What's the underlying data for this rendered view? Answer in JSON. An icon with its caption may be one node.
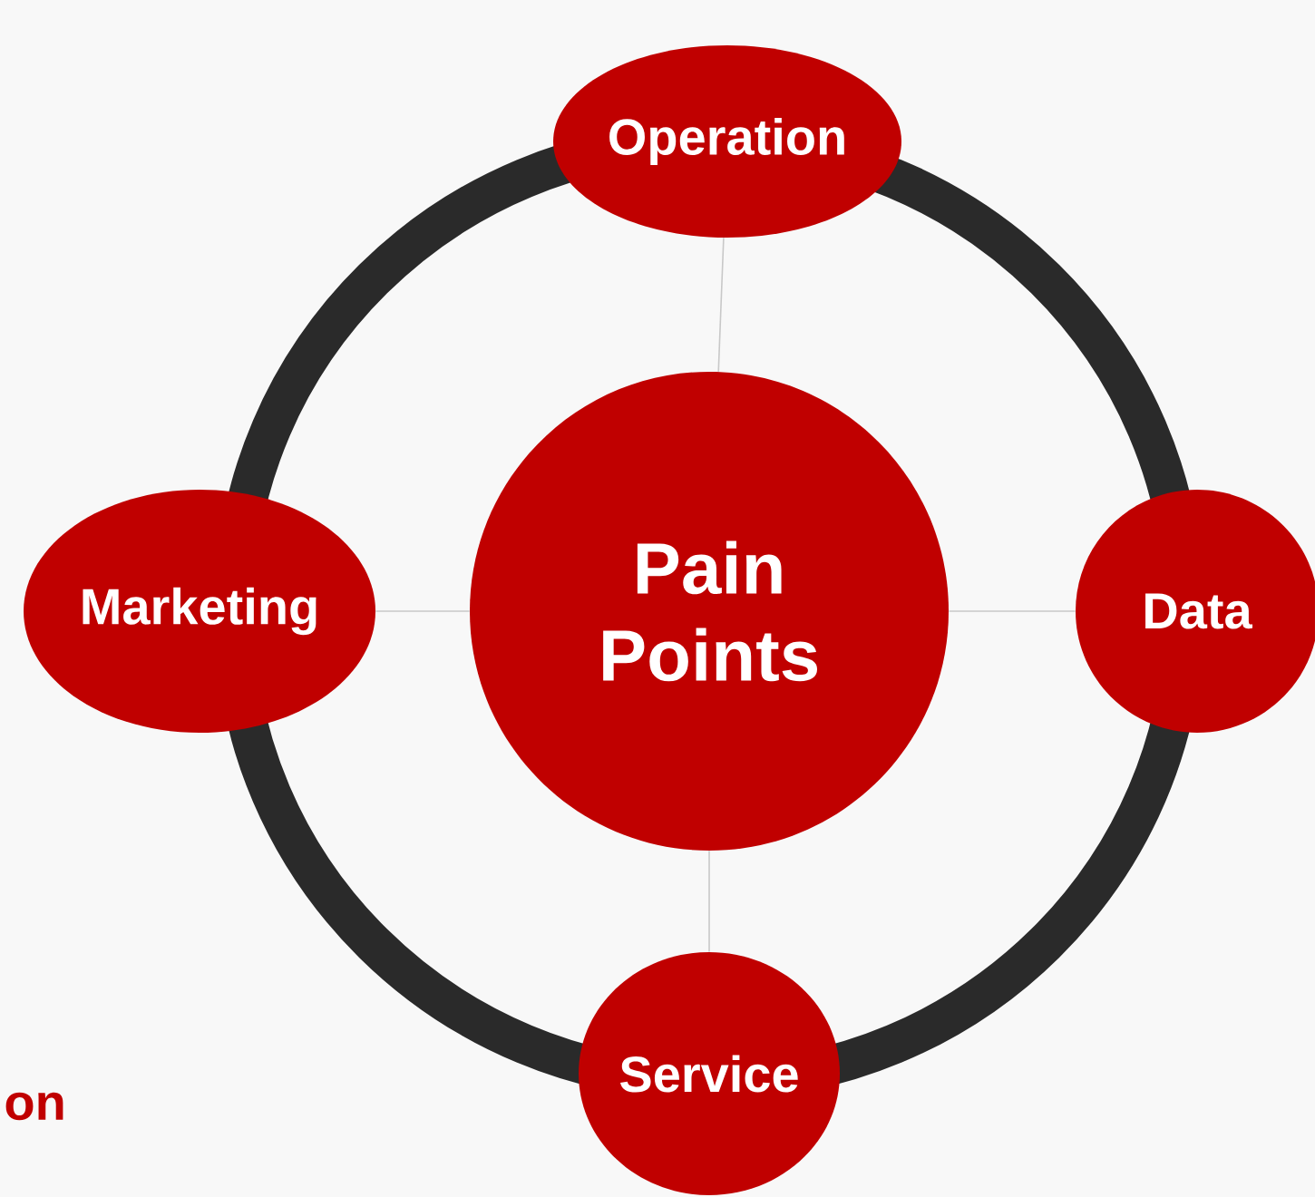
{
  "diagram": {
    "nodes": [
      {
        "text": [
          "Operation"
        ]
      },
      {
        "text": [
          "Marketing"
        ]
      },
      {
        "text": [
          "Pain Points"
        ]
      },
      {
        "text": [
          "Data"
        ]
      },
      {
        "text": [
          "Service"
        ]
      }
    ],
    "edges": [
      {
        "from": 2,
        "to": 0,
        "arrow": "none"
      },
      {
        "from": 2,
        "to": 1,
        "arrow": "none"
      },
      {
        "from": 2,
        "to": 3,
        "arrow": "none"
      },
      {
        "from": 2,
        "to": 4,
        "arrow": "none"
      }
    ],
    "labels": [
      "on"
    ]
  }
}
